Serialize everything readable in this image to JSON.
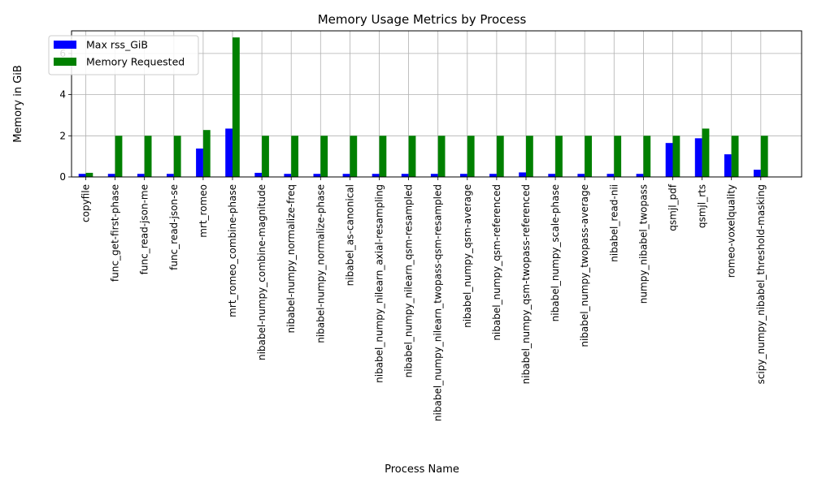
{
  "chart_data": {
    "type": "bar",
    "title": "Memory Usage Metrics by Process",
    "xlabel": "Process Name",
    "ylabel": "Memory in GiB",
    "ylim": [
      0,
      7.1
    ],
    "yticks": [
      0,
      2,
      4,
      6
    ],
    "grid": true,
    "legend_position": "top-left",
    "categories": [
      "copyfile",
      "func_get-first-phase",
      "func_read-json-me",
      "func_read-json-se",
      "mrt_romeo",
      "mrt_romeo_combine-phase",
      "nibabel-numpy_combine-magnitude",
      "nibabel-numpy_normalize-freq",
      "nibabel-numpy_normalize-phase",
      "nibabel_as-canonical",
      "nibabel_numpy_nilearn_axial-resampling",
      "nibabel_numpy_nilearn_qsm-resampled",
      "nibabel_numpy_nilearn_twopass-qsm-resampled",
      "nibabel_numpy_qsm-average",
      "nibabel_numpy_qsm-referenced",
      "nibabel_numpy_qsm-twopass-referenced",
      "nibabel_numpy_scale-phase",
      "nibabel_numpy_twopass-average",
      "nibabel_read-nii",
      "numpy_nibabel_twopass",
      "qsmjl_pdf",
      "qsmjl_rts",
      "romeo-voxelquality",
      "scipy_numpy_nibabel_threshold-masking"
    ],
    "series": [
      {
        "name": "Max rss_GiB",
        "color": "#0000ff",
        "values": [
          0.15,
          0.15,
          0.15,
          0.15,
          1.38,
          2.35,
          0.2,
          0.15,
          0.15,
          0.15,
          0.15,
          0.15,
          0.15,
          0.15,
          0.15,
          0.22,
          0.15,
          0.15,
          0.15,
          0.15,
          1.65,
          1.88,
          1.1,
          0.35
        ]
      },
      {
        "name": "Memory Requested",
        "color": "#008000",
        "values": [
          0.2,
          2.0,
          2.0,
          2.0,
          2.28,
          6.78,
          2.0,
          2.0,
          2.0,
          2.0,
          2.0,
          2.0,
          2.0,
          2.0,
          2.0,
          2.0,
          2.0,
          2.0,
          2.0,
          2.0,
          2.0,
          2.35,
          2.0,
          2.0
        ]
      }
    ]
  }
}
